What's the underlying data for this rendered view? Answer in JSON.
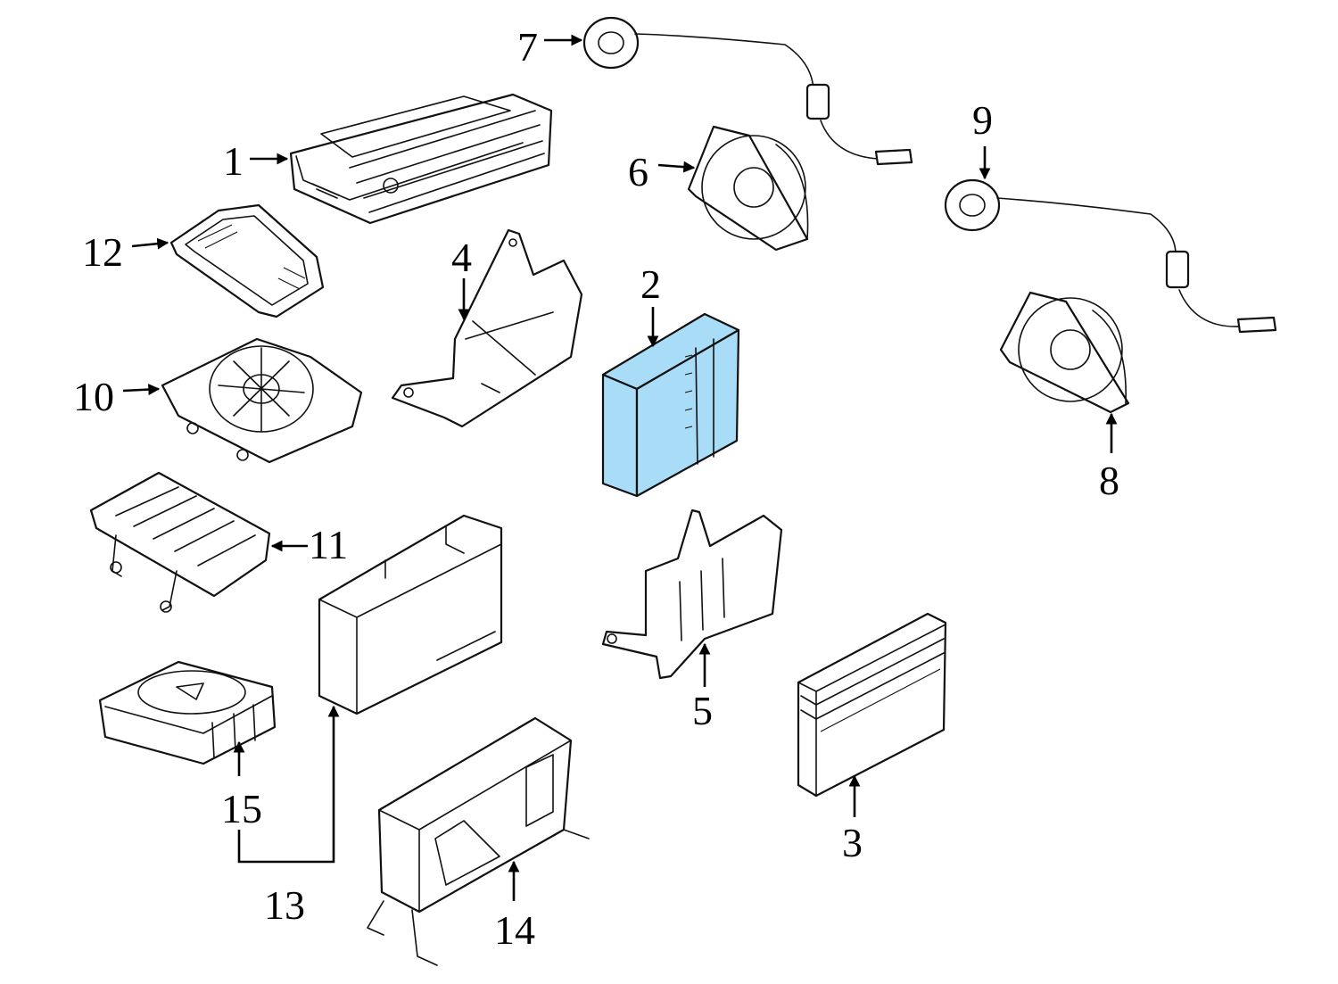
{
  "diagram": {
    "highlight_color": "#a8dcf7",
    "line_color": "#111111",
    "callouts": {
      "c1": "1",
      "c2": "2",
      "c3": "3",
      "c4": "4",
      "c5": "5",
      "c6": "6",
      "c7": "7",
      "c8": "8",
      "c9": "9",
      "c10": "10",
      "c11": "11",
      "c12": "12",
      "c13": "13",
      "c14": "14",
      "c15": "15"
    },
    "highlighted_part": "2"
  }
}
